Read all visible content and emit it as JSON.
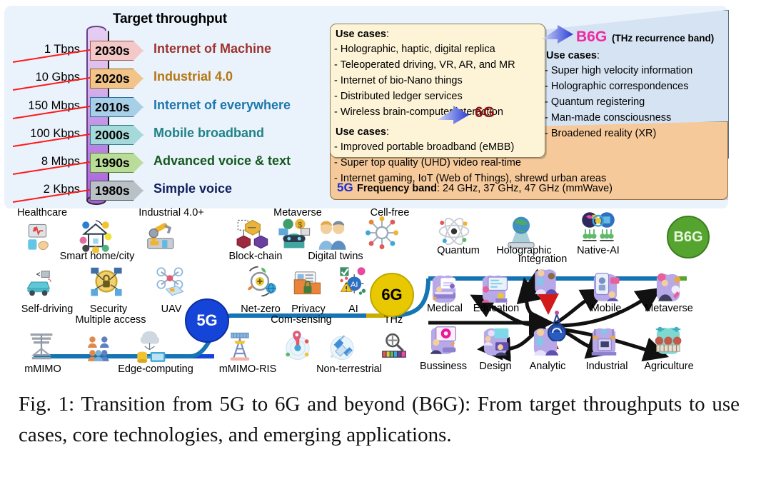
{
  "figure": {
    "title": "Target throughput",
    "caption": "Fig. 1: Transition from 5G to 6G and beyond (B6G): From target throughputs to use cases, core technologies, and emerging applications."
  },
  "timeline": {
    "title": "Target throughput",
    "rows": [
      {
        "rate": "1 Tbps",
        "decade": "2030s",
        "label": "Internet of Machine",
        "chip_bg": "#f3c8c7",
        "chip_border": "#9e5b58",
        "text_color": "#9e3330"
      },
      {
        "rate": "10 Gbps",
        "decade": "2020s",
        "label": "Industrial 4.0",
        "chip_bg": "#f3c489",
        "chip_border": "#9a6a22",
        "text_color": "#b57711"
      },
      {
        "rate": "150 Mbps",
        "decade": "2010s",
        "label": "Internet of everywhere",
        "chip_bg": "#a8cfe8",
        "chip_border": "#2b6f97",
        "text_color": "#1f78ad"
      },
      {
        "rate": "100 Kbps",
        "decade": "2000s",
        "label": "Mobile broadband",
        "chip_bg": "#a5d9da",
        "chip_border": "#2a7d80",
        "text_color": "#1f8287"
      },
      {
        "rate": "8 Mbps",
        "decade": "1990s",
        "label": "Advanced voice & text",
        "chip_bg": "#b9dc98",
        "chip_border": "#5a8a38",
        "text_color": "#14591e"
      },
      {
        "rate": "2 Kbps",
        "decade": "1980s",
        "label": "Simple voice",
        "chip_bg": "#b9c0c6",
        "chip_border": "#4d5660",
        "text_color": "#101f5c"
      }
    ]
  },
  "use_case_boxes": {
    "sixg": {
      "heading": "Use cases",
      "heading_colon": ":",
      "items": [
        "- Holographic, haptic, digital replica",
        "- Teleoperated driving, VR, AR, and MR",
        "- Internet of bio-Nano things",
        "- Distributed ledger services",
        "- Wireless brain-computer interaction"
      ],
      "badge": "6G",
      "badge_color": "#8d1212"
    },
    "b6g": {
      "badge": "B6G",
      "badge_color": "#ef2aa0",
      "badge_suffix": "(THz recurrence band)",
      "heading": "Use cases",
      "heading_colon": ":",
      "items": [
        "- Super high velocity information",
        "- Holographic correspondences",
        "- Quantum registering",
        "- Man-made consciousness",
        "- Broadened reality (XR)"
      ]
    },
    "fiveg": {
      "heading": "Use cases",
      "heading_colon": ":",
      "items": [
        "- Improved portable broadband (eMBB)",
        "- Super top quality (UHD) video real-time",
        "- Internet gaming, IoT (Web of Things), shrewd urban areas"
      ],
      "band_badge": "5G",
      "band_badge_color": "#1a2fd0",
      "band_label": "Frequency band",
      "band_value": ": 24 GHz, 37 GHz, 47 GHz (mmWave)"
    }
  },
  "technology_track": {
    "five_g_circle": "5G",
    "six_g_circle": "6G",
    "b6g_circle": "B6G",
    "row1": [
      {
        "label": "Healthcare",
        "icon": "healthcare-icon"
      },
      {
        "label": "Industrial 4.0+",
        "icon": "robot-arm-icon"
      },
      {
        "label": "Metaverse",
        "icon": "metaverse-icon"
      },
      {
        "label": "Cell-free",
        "icon": "cell-free-network-icon"
      },
      {
        "label": "Quantum",
        "icon": "quantum-atom-icon"
      },
      {
        "label": "Holographic",
        "icon": "holographic-projector-icon"
      },
      {
        "label": "Native-AI",
        "icon": "native-ai-icon"
      }
    ],
    "row1b": [
      {
        "label": "Smart home/city",
        "icon": "smart-home-icon"
      },
      {
        "label": "Block-chain",
        "icon": "blockchain-icon"
      },
      {
        "label": "Digital twins",
        "icon": "digital-twins-icon"
      }
    ],
    "row2": [
      {
        "label": "Self-driving",
        "icon": "self-driving-car-icon"
      },
      {
        "label": "Security",
        "icon": "security-lock-icon"
      },
      {
        "label": "UAV",
        "icon": "drone-icon"
      },
      {
        "label": "Net-zero",
        "icon": "net-zero-icon"
      },
      {
        "label": "Privacy",
        "icon": "privacy-folder-icon"
      },
      {
        "label": "AI",
        "icon": "ai-chip-icon"
      }
    ],
    "row3": [
      {
        "label": "mMIMO",
        "icon": "antenna-array-icon"
      },
      {
        "label": "Multiple access",
        "icon": "people-group-icon"
      },
      {
        "label": "Edge-computing",
        "icon": "edge-server-icon"
      },
      {
        "label": "mMIMO-RIS",
        "icon": "ris-tower-icon"
      },
      {
        "label": "Com-sensing",
        "icon": "sensing-radar-icon"
      },
      {
        "label": "Non-terrestrial",
        "icon": "satellite-icon"
      },
      {
        "label": "THz",
        "icon": "thz-spectrum-icon"
      }
    ],
    "integration_label": "Integration"
  },
  "applications": {
    "hub_icon": "network-tower-hub-icon",
    "top": [
      {
        "label": "Medical",
        "icon": "medical-app-icon"
      },
      {
        "label": "Education",
        "icon": "education-app-icon"
      },
      {
        "label": "Mobile",
        "icon": "mobile-app-icon"
      },
      {
        "label": "Metaverse",
        "icon": "metaverse-app-icon"
      }
    ],
    "bottom": [
      {
        "label": "Bussiness",
        "icon": "business-app-icon"
      },
      {
        "label": "Design",
        "icon": "design-app-icon"
      },
      {
        "label": "Analytic",
        "icon": "analytic-app-icon"
      },
      {
        "label": "Industrial",
        "icon": "industrial-app-icon"
      },
      {
        "label": "Agriculture",
        "icon": "agriculture-app-icon"
      }
    ]
  }
}
